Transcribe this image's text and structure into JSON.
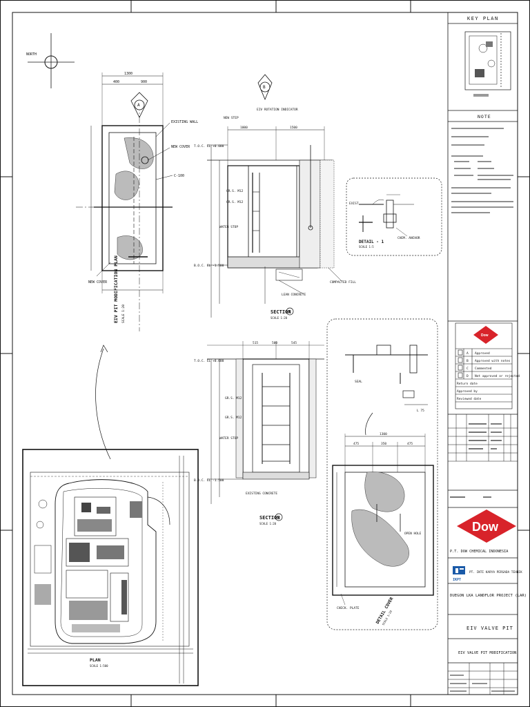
{
  "sheet": {
    "keyplan_title": "KEY PLAN",
    "note_title": "NOTE",
    "company": "P.T. DOW CHEMICAL INDONESIA",
    "contractor": "PT. INTI KARYA PERSADA TEHNIK",
    "contractor_short": "IKPT",
    "project": "DUEGON LKA LANDFLOR PROJECT (LAR)",
    "drawing_title": "EIV VALVE PIT",
    "drawing_subtitle": "EIV VALVE PIT MODIFICATION",
    "dow_brand": "Dow"
  },
  "views": {
    "plan_title": "EIV PIT MODIFICATION PLAN",
    "plan_scale": "SCALE 1:20",
    "section_a": "SECTION",
    "section_a_letter": "A",
    "section_b": "SECTION",
    "section_b_letter": "B",
    "section_scale": "SCALE 1:20",
    "detail_1": "DETAIL - 1",
    "detail_1_scale": "SCALE 1:5",
    "detail_cover": "DETAIL COVER",
    "detail_cover_scale": "SCALE 1:20",
    "site_plan": "PLAN",
    "site_plan_scale": "SCALE 1:500"
  },
  "approval": {
    "rows": [
      {
        "code": "A",
        "text": "Approved"
      },
      {
        "code": "B",
        "text": "Approved with notes"
      },
      {
        "code": "C",
        "text": "Commented"
      },
      {
        "code": "D",
        "text": "Not approved or rejected"
      }
    ],
    "footer": [
      "Return date",
      "Approved by",
      "Reviewed date"
    ]
  },
  "dims": {
    "plan_width": "1300",
    "plan_sub": [
      "400",
      "900"
    ],
    "sec_a": [
      "1000",
      "1500"
    ],
    "sec_b": [
      "515",
      "500",
      "545"
    ],
    "cover": [
      "475",
      "350",
      "475"
    ],
    "cover_total": "1300",
    "el_top": "T.O.C. EL +0.000",
    "el_bot": "B.O.C. EL -1.500"
  }
}
